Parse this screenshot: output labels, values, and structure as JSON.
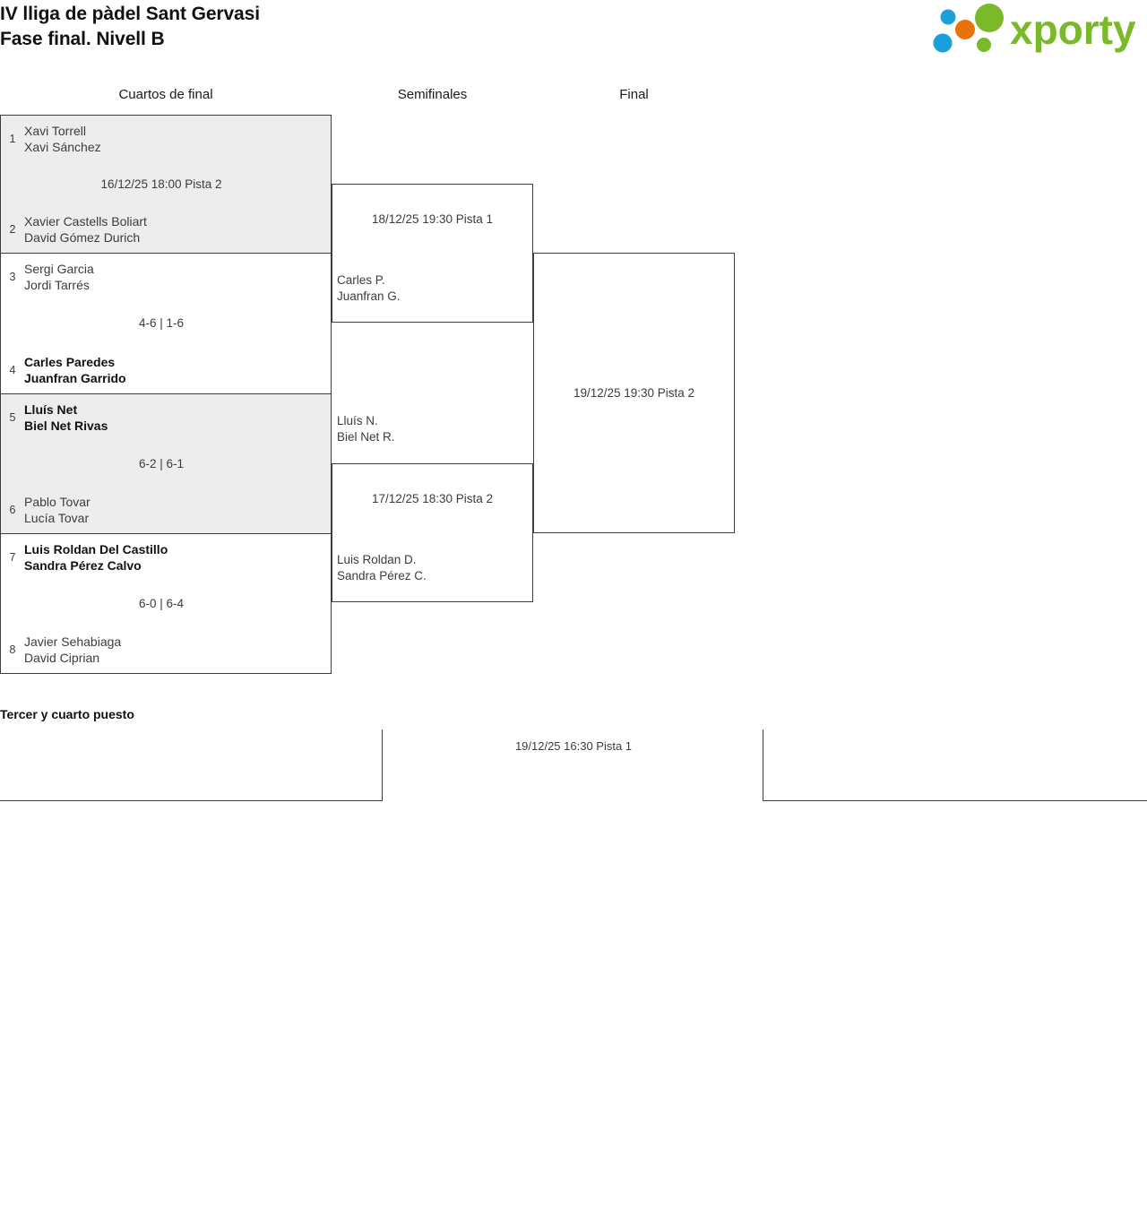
{
  "header": {
    "title_line1": "IV lliga de pàdel Sant Gervasi",
    "title_line2": "Fase final. Nivell B",
    "logo_text": "xporty",
    "logo_colors": {
      "green": "#7ab929",
      "orange": "#e8730c",
      "blue": "#1ca0dc"
    }
  },
  "rounds": {
    "quarterfinals_label": "Cuartos de final",
    "semifinals_label": "Semifinales",
    "final_label": "Final"
  },
  "quarterfinals": [
    {
      "shaded": true,
      "meta": "16/12/25 18:00 Pista 2",
      "top": {
        "seed": "1",
        "player1": "Xavi Torrell",
        "player2": "Xavi Sánchez",
        "winner": false
      },
      "bottom": {
        "seed": "2",
        "player1": "Xavier Castells Boliart",
        "player2": "David Gómez Durich",
        "winner": false
      }
    },
    {
      "shaded": false,
      "meta": "4-6 | 1-6",
      "top": {
        "seed": "3",
        "player1": "Sergi Garcia",
        "player2": "Jordi Tarrés",
        "winner": false
      },
      "bottom": {
        "seed": "4",
        "player1": "Carles Paredes",
        "player2": "Juanfran Garrido",
        "winner": true
      }
    },
    {
      "shaded": true,
      "meta": "6-2 | 6-1",
      "top": {
        "seed": "5",
        "player1": "Lluís Net",
        "player2": "Biel Net Rivas",
        "winner": true
      },
      "bottom": {
        "seed": "6",
        "player1": "Pablo Tovar",
        "player2": "Lucía Tovar",
        "winner": false
      }
    },
    {
      "shaded": false,
      "meta": "6-0 | 6-4",
      "top": {
        "seed": "7",
        "player1": "Luis Roldan Del Castillo",
        "player2": "Sandra Pérez Calvo",
        "winner": true
      },
      "bottom": {
        "seed": "8",
        "player1": "Javier Sehabiaga",
        "player2": "David Ciprian",
        "winner": false
      }
    }
  ],
  "semifinals": [
    {
      "meta": "18/12/25 19:30 Pista 1"
    },
    {
      "meta": "17/12/25 18:30 Pista 2"
    }
  ],
  "semifinal_teams": [
    {
      "player1": "Carles P.",
      "player2": "Juanfran G."
    },
    {
      "player1": "Lluís N.",
      "player2": "Biel Net R."
    },
    {
      "player1": "Luis Roldan D.",
      "player2": "Sandra Pérez C."
    }
  ],
  "final": {
    "meta": "19/12/25 19:30 Pista 2"
  },
  "third_place": {
    "title": "Tercer y cuarto puesto",
    "meta": "19/12/25 16:30 Pista 1"
  }
}
